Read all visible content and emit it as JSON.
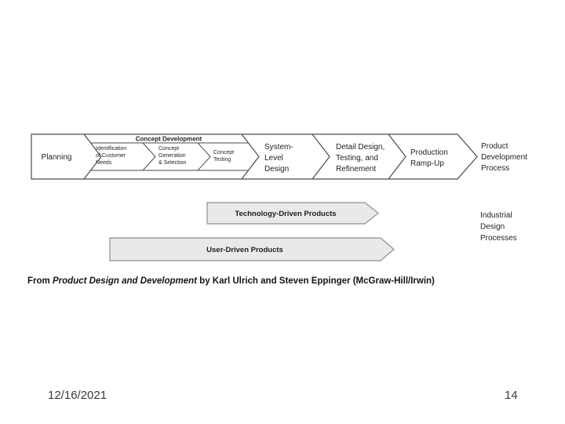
{
  "band": {
    "planning_label": "Planning",
    "concept_development_label": "Concept Development",
    "sub_identification": [
      "Identification",
      "of Customer",
      "Needs"
    ],
    "sub_generation": [
      "Concept",
      "Generation",
      "& Selection"
    ],
    "sub_testing": [
      "Concept",
      "Testing"
    ],
    "system_level": [
      "System-",
      "Level",
      "Design"
    ],
    "detail_design": [
      "Detail Design,",
      "Testing, and",
      "Refinement"
    ],
    "production": [
      "Production",
      "Ramp-Up"
    ],
    "result_label": [
      "Product",
      "Development",
      "Process"
    ]
  },
  "arrows": {
    "technology_label": "Technology-Driven Products",
    "user_label": "User-Driven Products",
    "industrial_label": [
      "Industrial",
      "Design",
      "Processes"
    ]
  },
  "caption": {
    "prefix": "From ",
    "book_title": "Product Design and Development",
    "suffix": " by Karl Ulrich and Steven Eppinger (McGraw-Hill/Irwin)"
  },
  "footer": {
    "date": "12/16/2021",
    "page_number": "14"
  },
  "colors": {
    "band_stroke": "#4a4a4a",
    "arrow_fill": "#e9e9e9",
    "arrow_stroke": "#8f8f8f",
    "text": "#1f1f1f"
  }
}
